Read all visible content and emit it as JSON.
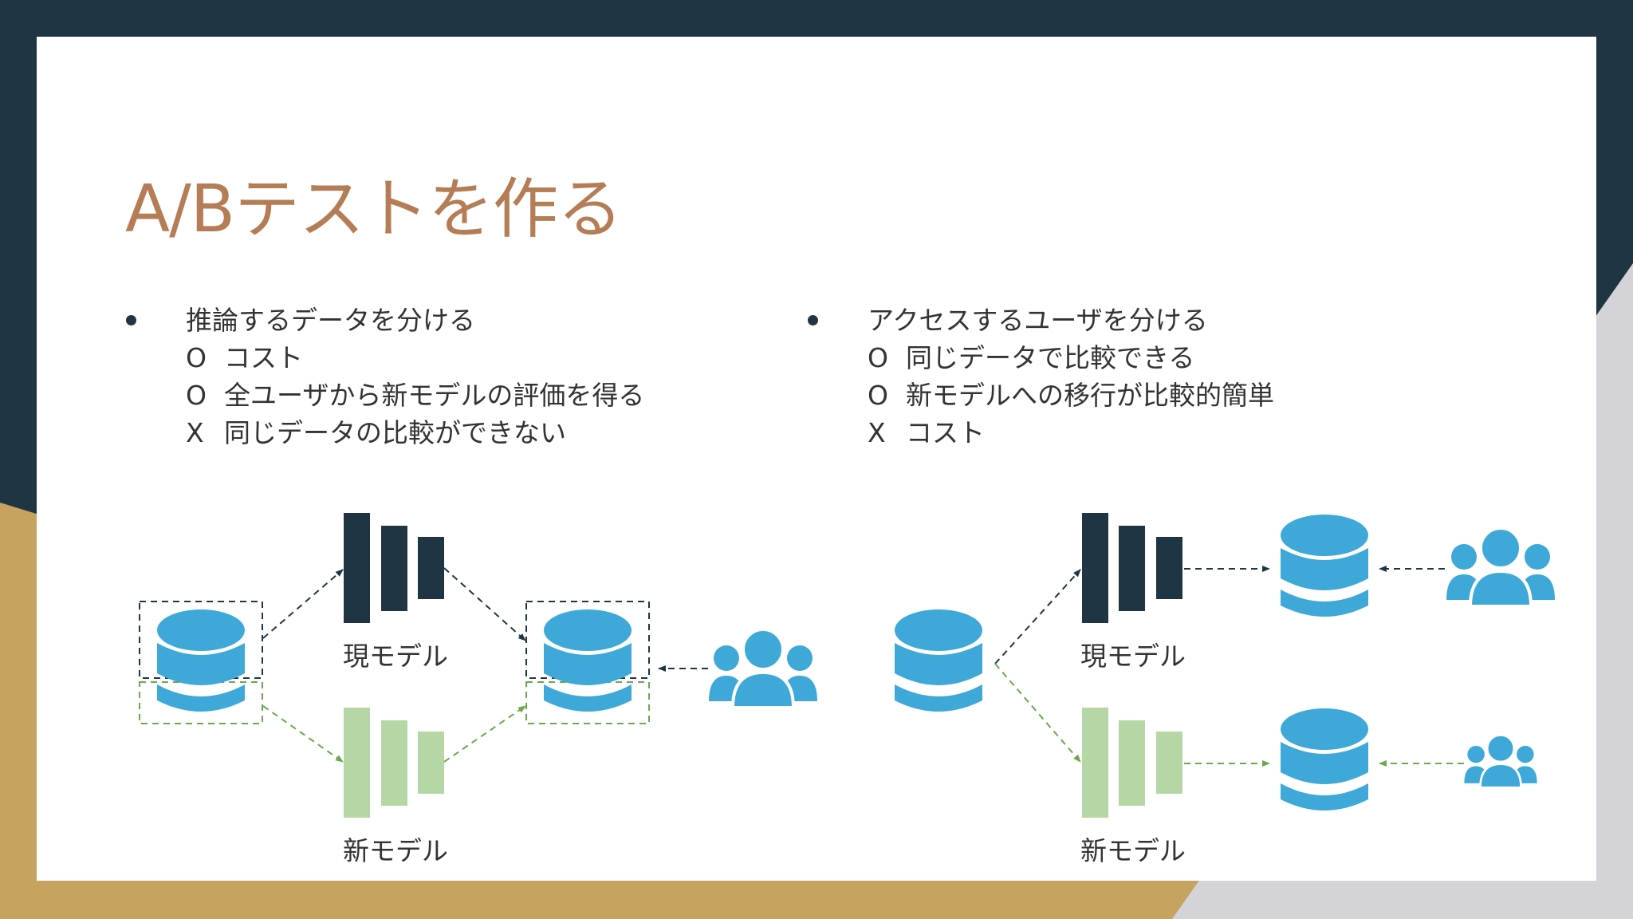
{
  "slide": {
    "title": "A/Bテストを作る"
  },
  "left": {
    "heading": "推論するデータを分ける",
    "points": [
      {
        "mark": "O",
        "text": "コスト"
      },
      {
        "mark": "O",
        "text": "全ユーザから新モデルの評価を得る"
      },
      {
        "mark": "X",
        "text": "同じデータの比較ができない"
      }
    ],
    "current_model_label": "現モデル",
    "new_model_label": "新モデル"
  },
  "right": {
    "heading": "アクセスするユーザを分ける",
    "points": [
      {
        "mark": "O",
        "text": "同じデータで比較できる"
      },
      {
        "mark": "O",
        "text": "新モデルへの移行が比較的簡単"
      },
      {
        "mark": "X",
        "text": "コスト"
      }
    ],
    "current_model_label": "現モデル",
    "new_model_label": "新モデル"
  },
  "colors": {
    "background_dark": "#203544",
    "background_gold": "#c6a35e",
    "background_gray": "#d4d4d8",
    "title": "#b57d55",
    "database": "#3ea8d8",
    "current_model": "#203544",
    "new_model": "#b5d7a6",
    "green_arrow": "#6aa84f",
    "dark_arrow": "#203544"
  },
  "icons": [
    "bullet-dot",
    "database-icon",
    "model-bars-icon",
    "user-group-icon",
    "arrow"
  ]
}
